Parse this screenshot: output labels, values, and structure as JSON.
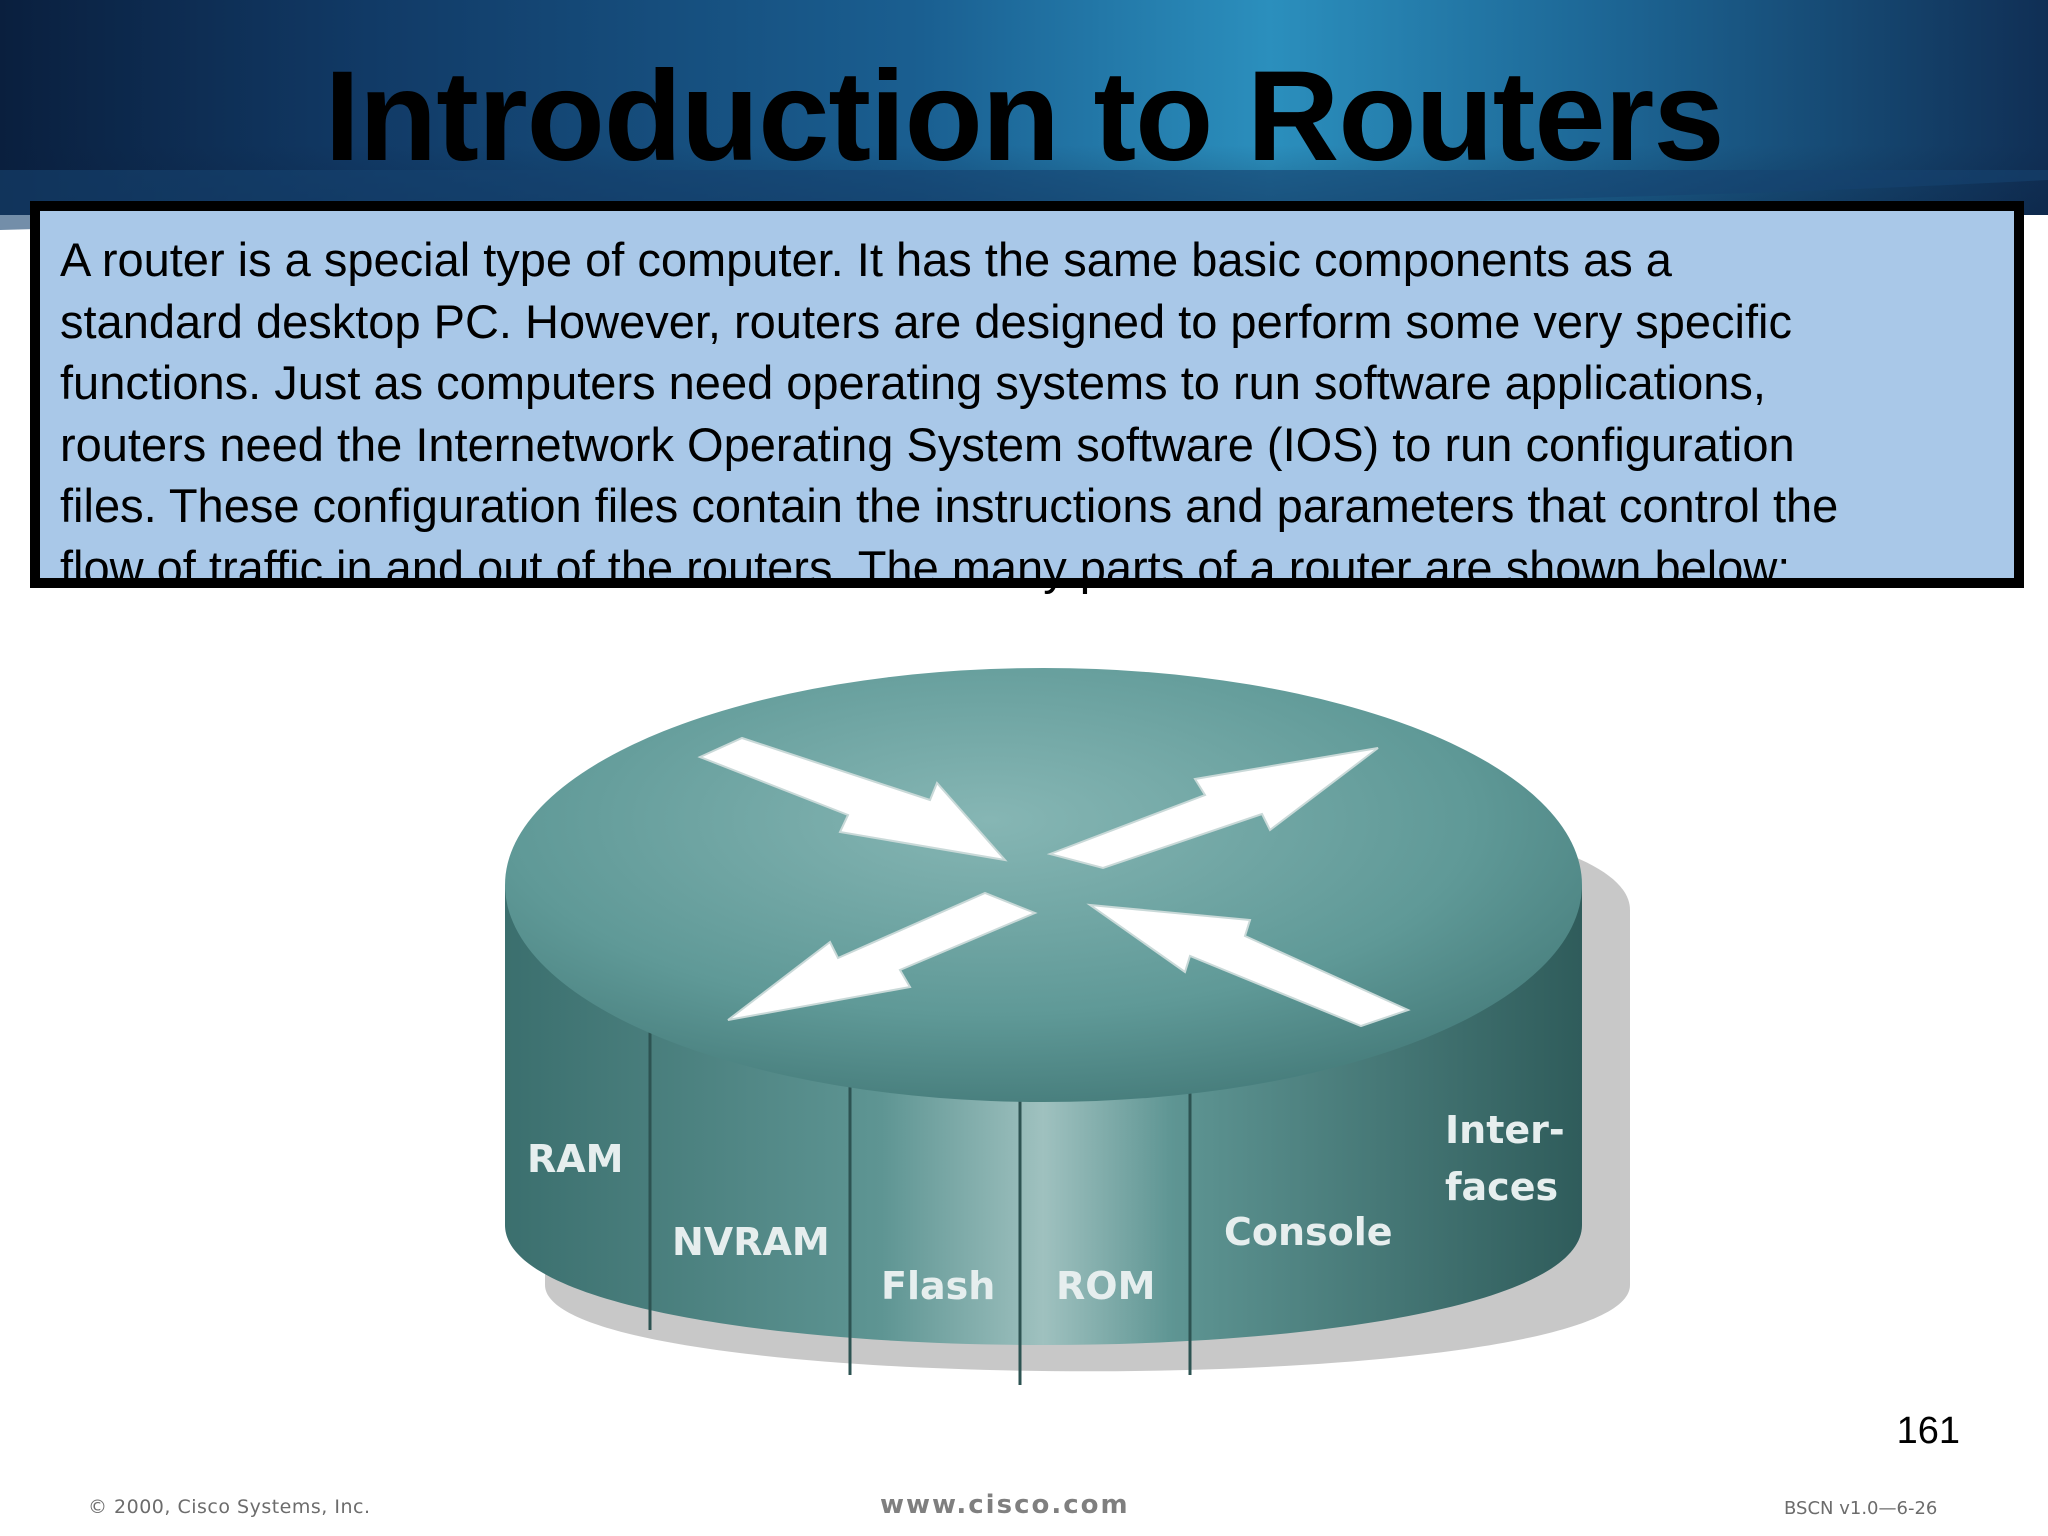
{
  "slide": {
    "title": "Introduction to Routers",
    "intro_lines": [
      "A router is a special type of computer. It has the same basic components as a",
      "standard desktop PC. However, routers are designed to perform some very specific",
      "functions. Just as computers need operating systems to run software applications,",
      "routers need the Internetwork Operating System software (IOS) to run configuration",
      "files. These configuration files contain the instructions and parameters that control the",
      "flow of traffic in and out of the routers. The many parts of a router are shown below:"
    ],
    "page_number": "161"
  },
  "router": {
    "components": {
      "ram": "RAM",
      "nvram": "NVRAM",
      "flash": "Flash",
      "rom": "ROM",
      "console": "Console",
      "interfaces_line1": "Inter-",
      "interfaces_line2": "faces"
    },
    "colors": {
      "top": "#6aa09f",
      "side": "#3f7574",
      "flash_segment": "#8fb6b4",
      "arrow": "#ffffff"
    }
  },
  "footer": {
    "copyright": "© 2000, Cisco Systems, Inc.",
    "url": "www.cisco.com",
    "code": "BSCN v1.0—6-26"
  }
}
